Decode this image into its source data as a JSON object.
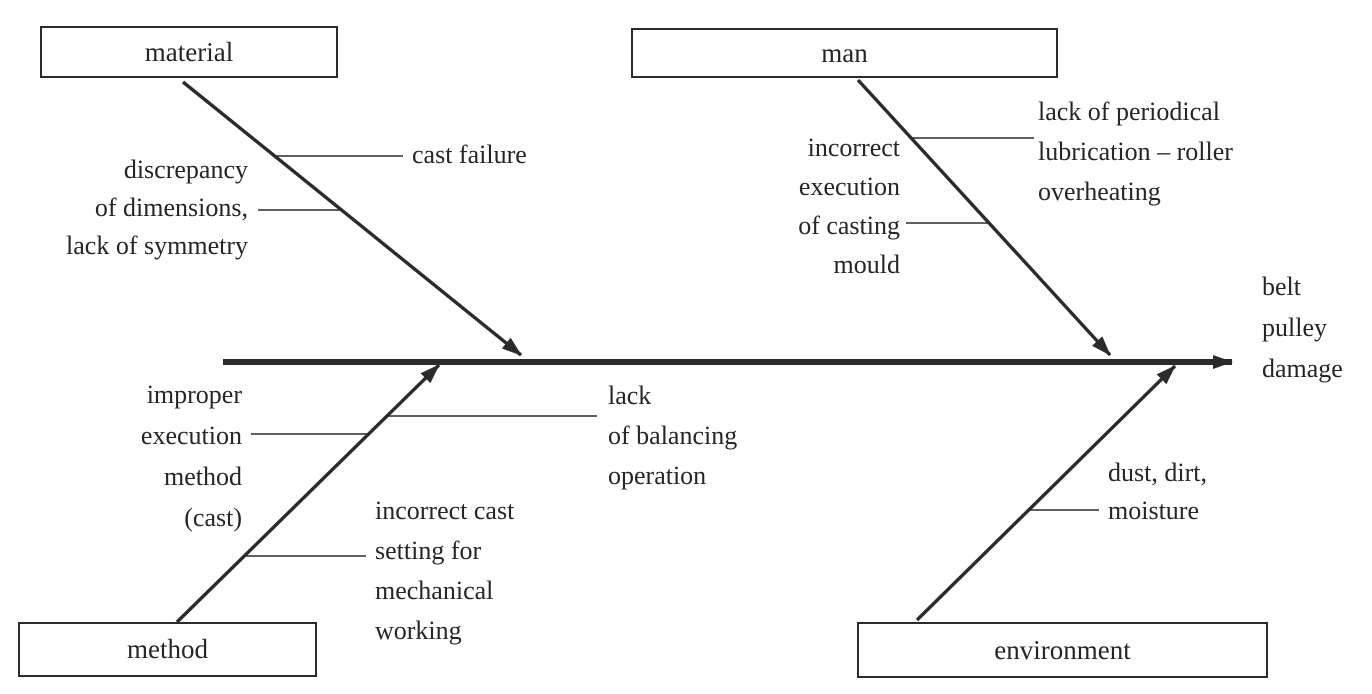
{
  "categories": {
    "material": "material",
    "man": "man",
    "method": "method",
    "environment": "environment"
  },
  "effect": "belt\npulley\ndamage",
  "causes": {
    "material": {
      "cast_failure": "cast failure",
      "dimension_discrepancy": "discrepancy\nof dimensions,\nlack of symmetry"
    },
    "man": {
      "casting_mould": "incorrect\nexecution\nof casting\nmould",
      "lubrication": "lack of periodical\nlubrication – roller\noverheating"
    },
    "method": {
      "execution_method": "improper\nexecution\nmethod\n(cast)",
      "balancing": "lack\nof balancing\noperation",
      "cast_setting": "incorrect cast\nsetting for\nmechanical\nworking"
    },
    "environment": {
      "dust": "dust, dirt,\nmoisture"
    }
  },
  "colors": {
    "ink": "#262626",
    "line": "#2b2b2b",
    "background": "#ffffff"
  }
}
